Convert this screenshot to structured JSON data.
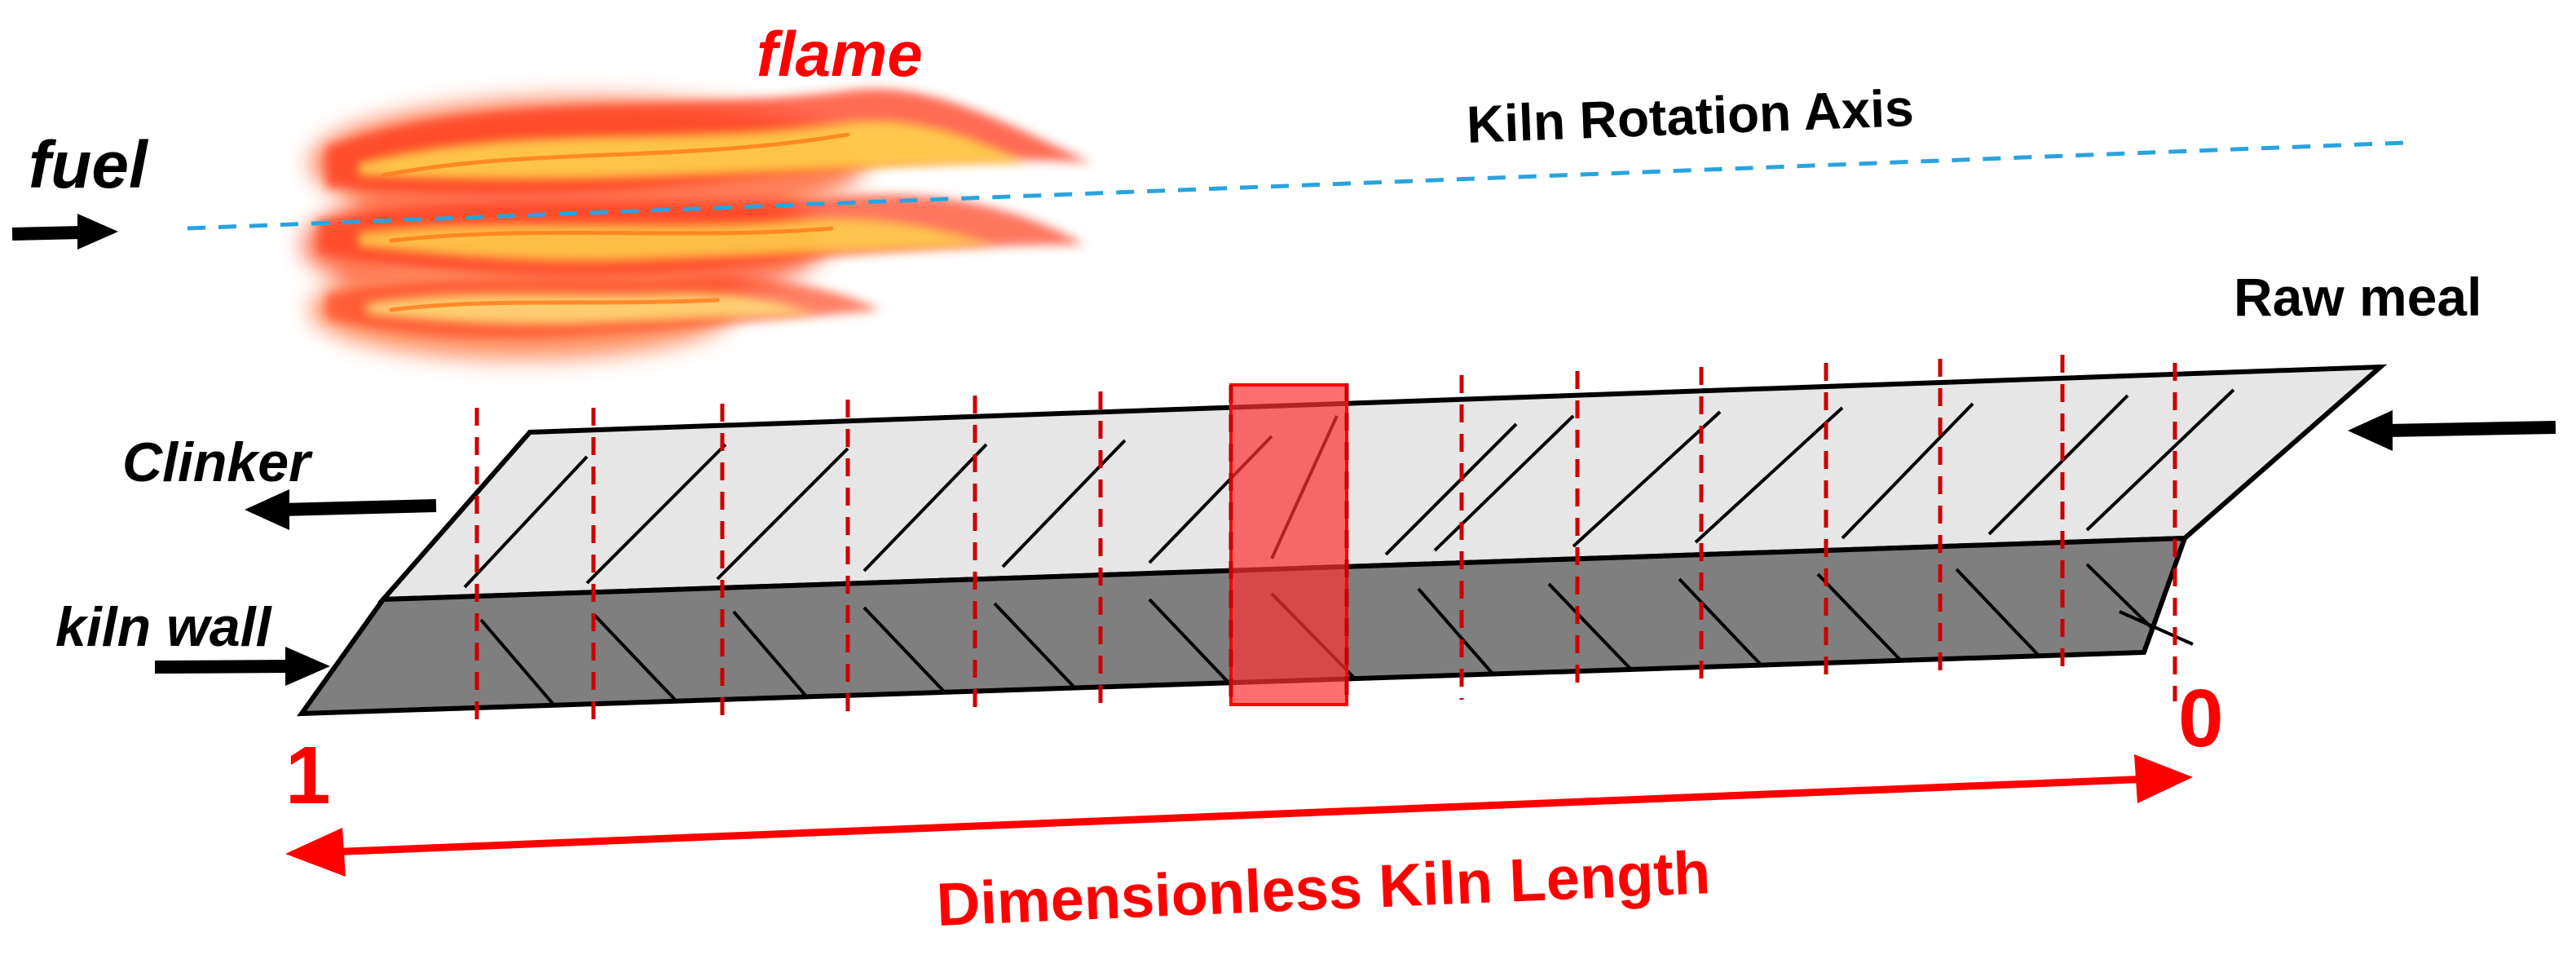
{
  "labels": {
    "flame": "flame",
    "fuel": "fuel",
    "axis": "Kiln Rotation Axis",
    "raw_meal": "Raw meal",
    "clinker": "Clinker",
    "kiln_wall": "kiln wall",
    "start": "1",
    "end": "0",
    "length": "Dimensionless Kiln Length"
  },
  "colors": {
    "label_red": "#ff0000",
    "label_black": "#000000",
    "axis_blue": "#29a3df",
    "bed_top": "#e6e6e6",
    "wall": "#7f7f7f",
    "divider_red": "#c00000",
    "highlight": "#ff5050",
    "flame_outer": "#ff3a1a",
    "flame_inner": "#ffd24a"
  },
  "icons": [
    "flame-icon",
    "arrow-right-icon",
    "arrow-left-icon",
    "double-arrow-icon"
  ]
}
